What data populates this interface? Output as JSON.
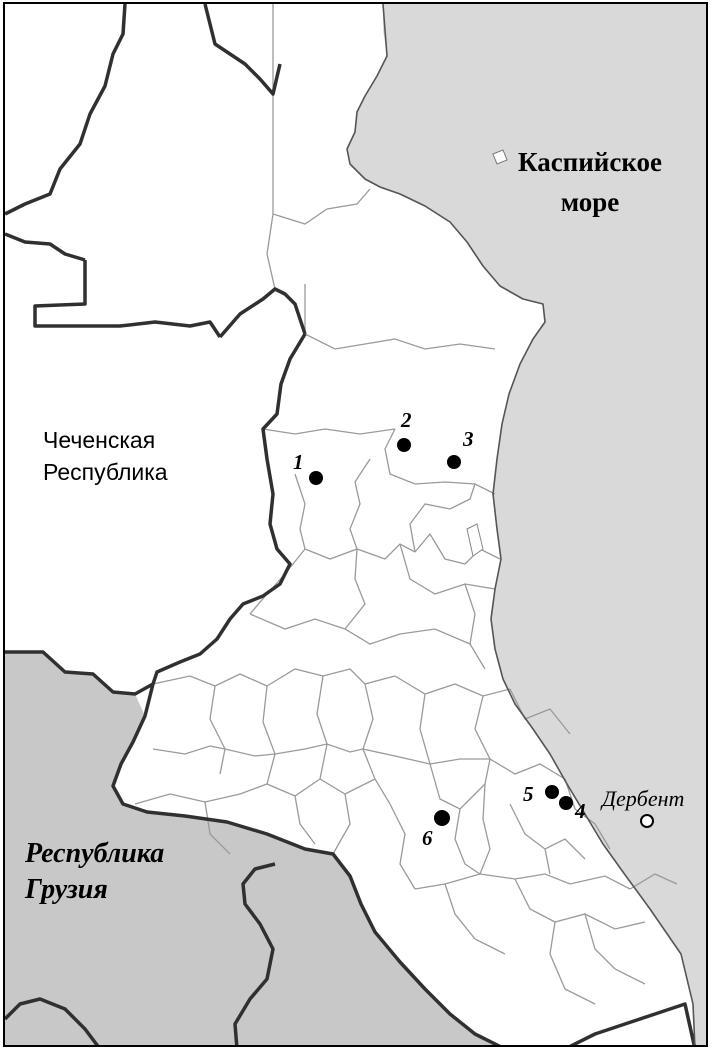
{
  "labels": {
    "sea_line1": "Каспийское",
    "sea_line2": "море",
    "chechnya_line1": "Чеченская",
    "chechnya_line2": "Республика",
    "georgia_line1": "Республика",
    "georgia_line2": "Грузия",
    "city": "Дербент"
  },
  "sites": [
    "1",
    "2",
    "3",
    "4",
    "5",
    "6"
  ],
  "colors": {
    "sea": "#d9d9d9",
    "foreign_territory": "#c8c8c8",
    "district_border": "#9a9a9a",
    "state_border": "#303030",
    "marker": "#000000"
  }
}
